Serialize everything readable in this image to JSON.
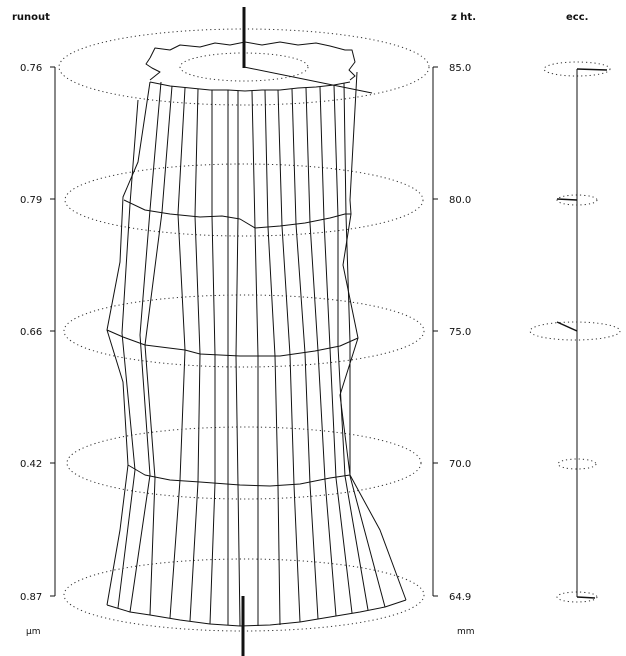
{
  "headers": {
    "runout": "runout",
    "z_height": "z ht.",
    "eccentricity": "ecc."
  },
  "units": {
    "left": "µm",
    "right": "mm"
  },
  "levels": [
    {
      "runout": "0.76",
      "z": "85.0"
    },
    {
      "runout": "0.79",
      "z": "80.0"
    },
    {
      "runout": "0.66",
      "z": "75.0"
    },
    {
      "runout": "0.42",
      "z": "70.0"
    },
    {
      "runout": "0.87",
      "z": "64.9"
    }
  ]
}
